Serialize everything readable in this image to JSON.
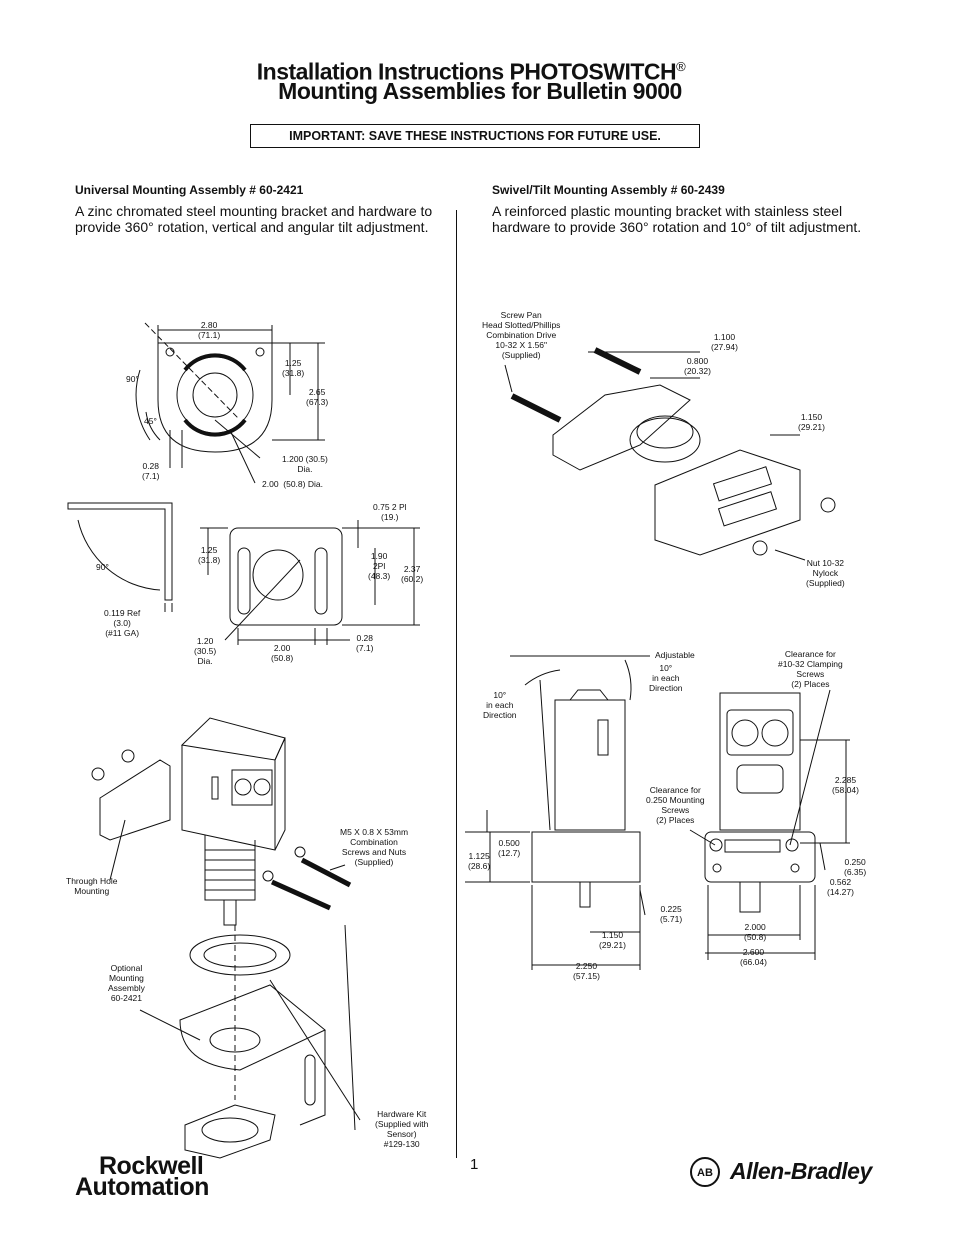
{
  "header": {
    "title_line1": "Installation Instructions PHOTOSWITCH",
    "registered_mark": "®",
    "title_line2": "Mounting Assemblies for Bulletin 9000",
    "important_notice": "IMPORTANT: SAVE THESE INSTRUCTIONS FOR FUTURE USE."
  },
  "left_section": {
    "heading": "Universal Mounting Assembly # 60-2421",
    "description": "A zinc chromated steel mounting bracket and hardware to provide 360°  rotation, vertical and angular tilt adjustment.",
    "dims_top": {
      "d1": "2.80\n(71.1)",
      "d2": "1.25\n(31.8)",
      "d3": "2.65\n(67.3)",
      "a1": "90°",
      "a2": "45°",
      "d4": "0.28\n(7.1)",
      "d5": "1.200 (30.5)\nDia.",
      "d6": "2.00  (50.8) Dia."
    },
    "dims_mid": {
      "a3": "90°",
      "d7": "0.119 Ref\n(3.0)\n(#11 GA)",
      "d8": "1.25\n(31.8)",
      "d9": "0.75 2 Pl\n(19.)",
      "d10": "1.90\n2Pl\n(48.3)",
      "d11": "2.37\n(60.2)",
      "d12": "1.20\n(30.5)\nDia.",
      "d13": "2.00\n(50.8)",
      "d14": "0.28\n(7.1)"
    },
    "callouts": {
      "screws": "M5 X 0.8 X 53mm\nCombination\nScrews and Nuts\n(Supplied)",
      "through_hole": "Through Hole\nMounting",
      "optional": "Optional\nMounting\nAssembly\n60-2421",
      "hardware_kit": "Hardware Kit\n(Supplied with\nSensor)\n#129-130"
    }
  },
  "right_section": {
    "heading": "Swivel/Tilt Mounting Assembly # 60-2439",
    "description": "A reinforced plastic mounting bracket with stainless steel hardware to provide 360°  rotation and 10°  of tilt adjustment.",
    "exploded": {
      "screw": "Screw Pan\nHead Slotted/Phillips\nCombination Drive\n10-32 X 1.56\"\n(Supplied)",
      "d1": "1.100\n(27.94)",
      "d2": "0.800\n(20.32)",
      "d3": "1.150\n(29.21)",
      "nut": "Nut 10-32\nNylock\n(Supplied)"
    },
    "side_view": {
      "adjustable": "Adjustable",
      "tilt1": "10°\nin each\nDirection",
      "tilt2": "10°\nin each\nDirection",
      "d1": "0.500\n(12.7)",
      "d2": "1.125\n(28.6)",
      "d3": "0.225\n(5.71)",
      "d4": "1.150\n(29.21)",
      "d5": "2.250\n(57.15)"
    },
    "front_view": {
      "clamp": "Clearance for\n#10-32 Clamping\nScrews\n(2) Places",
      "mount": "Clearance for\n0.250 Mounting\nScrews\n(2) Places",
      "d1": "2.285\n(58.04)",
      "d2": "0.250\n(6.35)",
      "d3": "0.562\n(14.27)",
      "d4": "2.000\n(50.8)",
      "d5": "2.600\n(66.04)"
    }
  },
  "footer": {
    "page_number": "1",
    "rockwell_line1": "Rockwell",
    "rockwell_line2": "Automation",
    "ab_logo": "AB",
    "ab_name": "Allen-Bradley"
  }
}
